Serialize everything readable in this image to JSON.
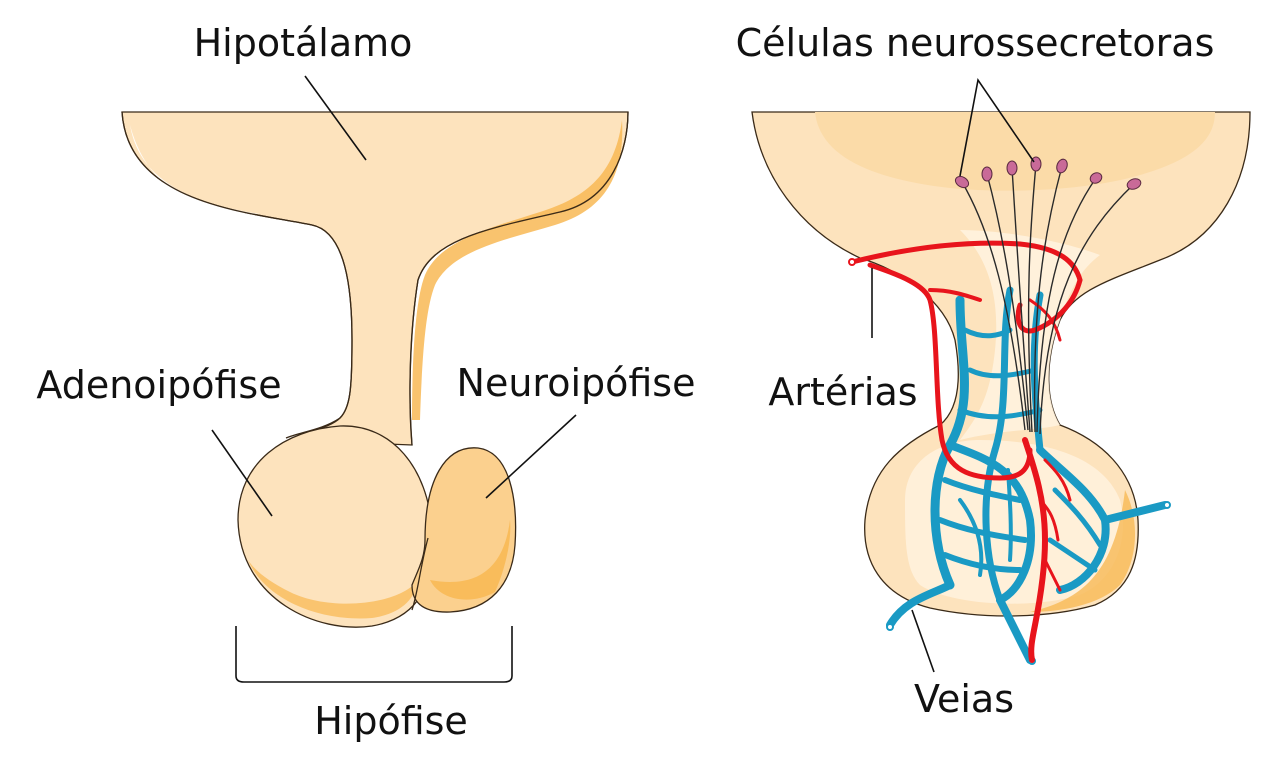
{
  "labels": {
    "hypothalamus": "Hipotálamo",
    "adenohypophysis": "Adenoipófise",
    "neurohypophysis": "Neuroipófise",
    "hypophysis": "Hipófise",
    "neurosecretory_cells": "Células neurossecretoras",
    "arteries": "Artérias",
    "veins": "Veias"
  },
  "colors": {
    "tissue": "#fde3bd",
    "tissue_light": "#fff3e0",
    "tissue_shadow": "#f8b955",
    "artery": "#e8141c",
    "vein": "#1a9ac4",
    "cell_body": "#c96a98"
  }
}
